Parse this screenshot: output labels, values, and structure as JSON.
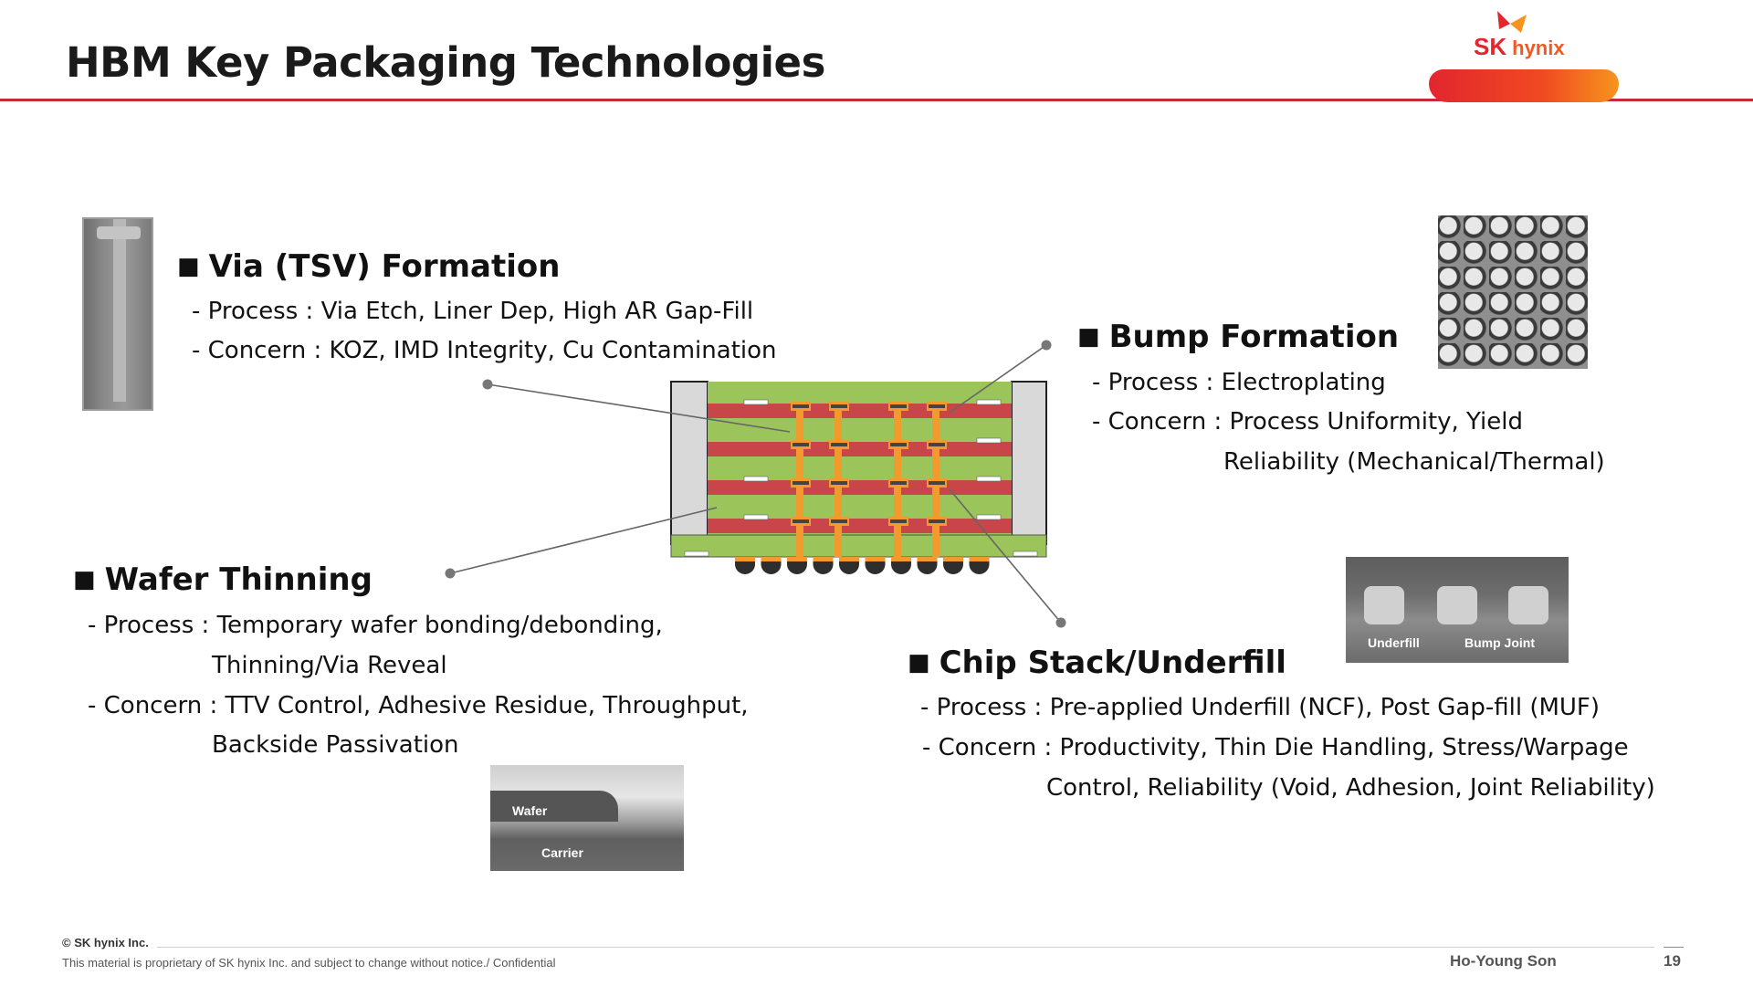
{
  "header": {
    "title": "HBM Key Packaging Technologies",
    "logo_primary": "SK",
    "logo_secondary": "hynix",
    "accent_color": "#c8283a"
  },
  "sections": {
    "via": {
      "title": "Via (TSV) Formation",
      "lines": [
        "- Process : Via Etch, Liner Dep, High AR Gap-Fill",
        "- Concern : KOZ, IMD Integrity, Cu Contamination"
      ]
    },
    "bump": {
      "title": "Bump Formation",
      "lines": [
        "- Process : Electroplating",
        "- Concern : Process Uniformity, Yield",
        "Reliability (Mechanical/Thermal)"
      ]
    },
    "wafer": {
      "title": "Wafer Thinning",
      "lines": [
        "- Process : Temporary wafer bonding/debonding,",
        "Thinning/Via Reveal",
        "- Concern : TTV Control, Adhesive Residue, Throughput,",
        "Backside Passivation"
      ]
    },
    "stack": {
      "title": "Chip Stack/Underfill",
      "lines": [
        "- Process : Pre-applied Underfill (NCF), Post Gap-fill (MUF)",
        "- Concern : Productivity, Thin Die Handling, Stress/Warpage",
        "Control, Reliability (Void, Adhesion, Joint Reliability)"
      ]
    }
  },
  "photos": {
    "underfill_label": "Underfill",
    "bump_joint_label": "Bump Joint",
    "wafer_label": "Wafer",
    "carrier_label": "Carrier"
  },
  "footer": {
    "copyright": "© SK hynix Inc.",
    "disclaimer": "This material is proprietary of SK hynix Inc. and subject to change without notice./ Confidential",
    "author": "Ho-Young Son",
    "page": "19"
  },
  "bullet_glyph": "■",
  "colors": {
    "die_green": "#9bc45a",
    "rdl_red": "#c8464a",
    "tsv_orange": "#f39a2e",
    "bump_dark": "#2e2e2e",
    "mold_gray": "#d9d9d9"
  }
}
